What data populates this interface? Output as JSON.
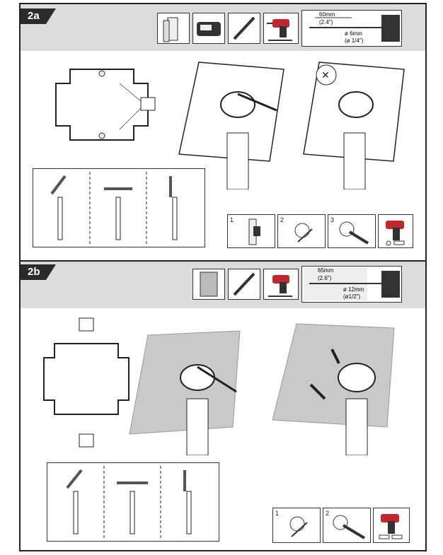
{
  "section_a": {
    "label": "2a",
    "drill_spec": {
      "depth_mm": "60mm",
      "depth_in": "(2.4\")",
      "bit": "ø 6mm",
      "bit_in": "(ø 1/4\")"
    },
    "steps": [
      "1",
      "2",
      "3"
    ]
  },
  "section_b": {
    "label": "2b",
    "drill_spec": {
      "depth_mm": "65mm",
      "depth_in": "(2.6\")",
      "bit": "ø 12mm",
      "bit_in": "(ø1/2\")"
    },
    "steps": [
      "1",
      "2"
    ]
  }
}
